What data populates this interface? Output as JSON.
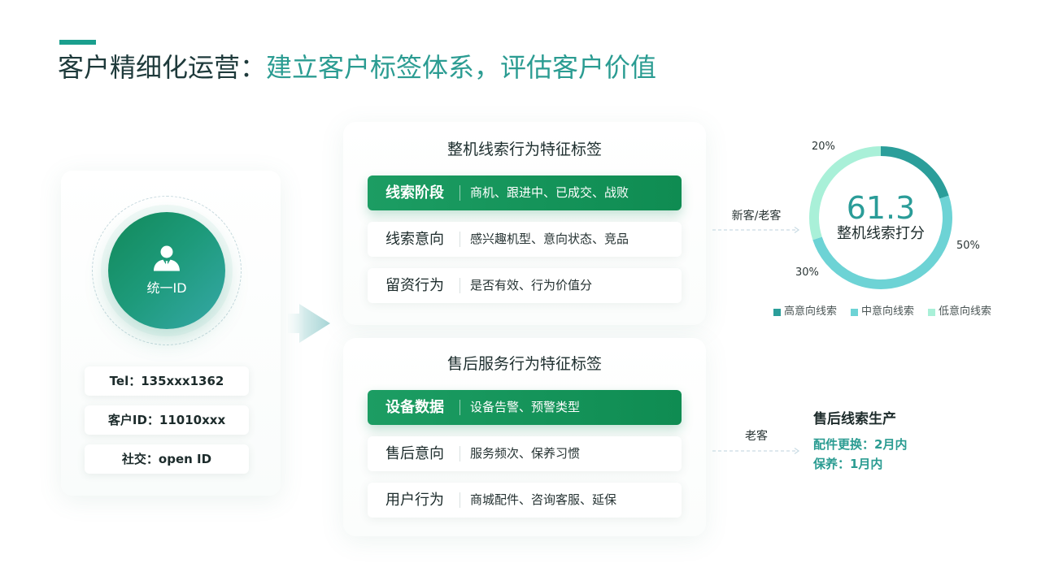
{
  "slide": {
    "title_main": "客户精细化运营：",
    "title_accent": "建立客户标签体系，评估客户价值"
  },
  "identity": {
    "center_label": "统一ID",
    "center_icon": "user-icon",
    "fields": [
      "Tel：135xxx1362",
      "客户ID：11010xxx",
      "社交：open ID"
    ]
  },
  "transition_arrow_icon": "arrow-right-icon",
  "tag_groups": [
    {
      "title": "整机线索行为特征标签",
      "rows": [
        {
          "name": "线索阶段",
          "tags": "商机、跟进中、已成交、战败",
          "highlighted": true
        },
        {
          "name": "线索意向",
          "tags": "感兴趣机型、意向状态、竞品",
          "highlighted": false
        },
        {
          "name": "留资行为",
          "tags": "是否有效、行为价值分",
          "highlighted": false
        }
      ]
    },
    {
      "title": "售后服务行为特征标签",
      "rows": [
        {
          "name": "设备数据",
          "tags": "设备告警、预警类型",
          "highlighted": true
        },
        {
          "name": "售后意向",
          "tags": "服务频次、保养习惯",
          "highlighted": false
        },
        {
          "name": "用户行为",
          "tags": "商城配件、咨询客服、延保",
          "highlighted": false
        }
      ]
    }
  ],
  "flows": [
    {
      "label": "新客/老客"
    },
    {
      "label": "老客"
    }
  ],
  "score": {
    "value": "61.3",
    "label": "整机线索打分"
  },
  "chart_data": {
    "type": "pie",
    "donut": true,
    "categories": [
      "高意向线索",
      "中意向线索",
      "低意向线索"
    ],
    "values": [
      20,
      50,
      30
    ],
    "value_labels": [
      "20%",
      "50%",
      "30%"
    ],
    "colors": [
      "#2b9e9a",
      "#6dd3d5",
      "#a9f0d8"
    ],
    "legend": "bottom"
  },
  "after_sales_output": {
    "title": "售后线索生产",
    "lines": [
      "配件更换：2月内",
      "保养：1月内"
    ]
  },
  "colors": {
    "accent": "#1a9f8e",
    "title_dark": "#1e3a3b",
    "title_accent": "#2b9c92",
    "highlight_start": "#1c9d63",
    "highlight_end": "#0f8c52",
    "score_teal": "#2a9c98"
  }
}
